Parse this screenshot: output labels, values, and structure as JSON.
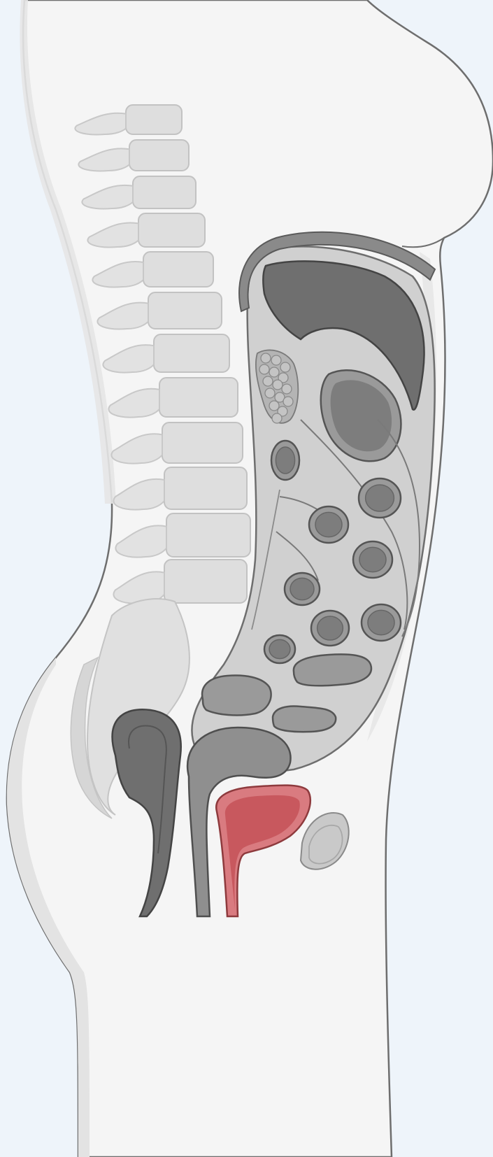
{
  "figure": {
    "subject": "sagittal-section-female-torso",
    "labels": []
  },
  "colors": {
    "background": "#eef4fa",
    "body_fill": "#f5f5f5",
    "body_outline": "#6e6e6e",
    "spine_fill": "#dedede",
    "spine_outline": "#c2c2c2",
    "cavity_fill": "#d0d0d0",
    "organ_dark": "#6f6f6f",
    "organ_mid": "#9a9a9a",
    "organ_outline": "#555555",
    "bladder_fill": "#d97b80",
    "bladder_inner": "#c8585e",
    "bladder_outline": "#8e3a3d"
  },
  "structures": [
    {
      "key": "body-outline",
      "name": "body-outline"
    },
    {
      "key": "spine",
      "name": "spine"
    },
    {
      "key": "diaphragm",
      "name": "diaphragm"
    },
    {
      "key": "liver",
      "name": "liver"
    },
    {
      "key": "pancreas",
      "name": "pancreas"
    },
    {
      "key": "stomach",
      "name": "stomach"
    },
    {
      "key": "intestines",
      "name": "intestine-loops"
    },
    {
      "key": "rectum",
      "name": "rectum"
    },
    {
      "key": "uterus",
      "name": "uterus"
    },
    {
      "key": "bladder",
      "name": "bladder"
    },
    {
      "key": "pubic-bone",
      "name": "pubic-bone"
    }
  ]
}
